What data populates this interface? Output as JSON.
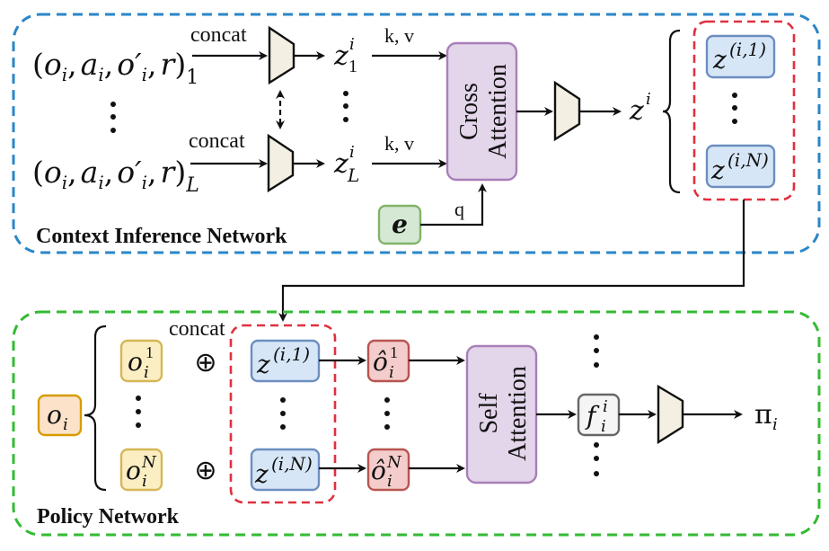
{
  "context_inference_network": {
    "title": "Context Inference Network",
    "frame_color": "#2a86c8",
    "inputs": [
      {
        "tuple": "(o",
        "tuple_full": "(oᵢ, aᵢ, o′ᵢ, r)",
        "subscript": "1"
      },
      {
        "tuple_full": "(oᵢ, aᵢ, o′ᵢ, r)",
        "subscript": "L"
      }
    ],
    "tuple_parts": {
      "open": "(",
      "o": "o",
      "a": "a",
      "oprime": "o′",
      "r": "r",
      "close": ")",
      "comma": ",",
      "i": "i"
    },
    "concat_label": "concat",
    "latents": [
      {
        "base": "z",
        "sup": "i",
        "sub": "1"
      },
      {
        "base": "z",
        "sup": "i",
        "sub": "L"
      }
    ],
    "kv_label": "k, v",
    "q_label": "q",
    "query_node": "e",
    "cross_attention": {
      "line1": "Cross",
      "line2": "Attention",
      "fill": "#e3d5ea",
      "stroke": "#a97fb8"
    },
    "output": {
      "base": "z",
      "sup": "i"
    },
    "split_nodes": [
      {
        "base": "z",
        "sup": "(i,1)"
      },
      {
        "base": "z",
        "sup": "(i,N)"
      }
    ],
    "ellipsis": "⋮"
  },
  "policy_network": {
    "title": "Policy Network",
    "frame_color": "#33bb33",
    "input_node": {
      "base": "o",
      "sub": "i"
    },
    "obs_nodes": [
      {
        "base": "o",
        "sup": "1",
        "sub": "i"
      },
      {
        "base": "o",
        "sup": "N",
        "sub": "i"
      }
    ],
    "oplus": "⊕",
    "concat_label": "concat",
    "context_nodes": [
      {
        "base": "z",
        "sup": "(i,1)"
      },
      {
        "base": "z",
        "sup": "(i,N)"
      }
    ],
    "augmented_nodes": [
      {
        "base": "ô",
        "sup": "1",
        "sub": "i"
      },
      {
        "base": "ô",
        "sup": "N",
        "sub": "i"
      }
    ],
    "self_attention": {
      "line1": "Self",
      "line2": "Attention",
      "fill": "#e3d5ea",
      "stroke": "#a97fb8"
    },
    "feature_node": {
      "base": "f",
      "sup": "i",
      "sub": "i"
    },
    "policy_output": {
      "base": "π",
      "sub": "i"
    },
    "ellipsis": "⋮"
  },
  "colors": {
    "blue_node_fill": "#d6e6f7",
    "blue_node_stroke": "#6c8ebf",
    "yellow_node_fill": "#fbeec2",
    "yellow_node_stroke": "#d6b656",
    "orange_node_fill": "#fbe2c8",
    "orange_node_stroke": "#d79b00",
    "red_node_fill": "#f4cccc",
    "red_node_stroke": "#b85450",
    "green_node_fill": "#d5e8d4",
    "green_node_stroke": "#82b366",
    "gray_node_fill": "#f5f5f5",
    "gray_node_stroke": "#666666",
    "red_group_dash": "#e0303f"
  }
}
